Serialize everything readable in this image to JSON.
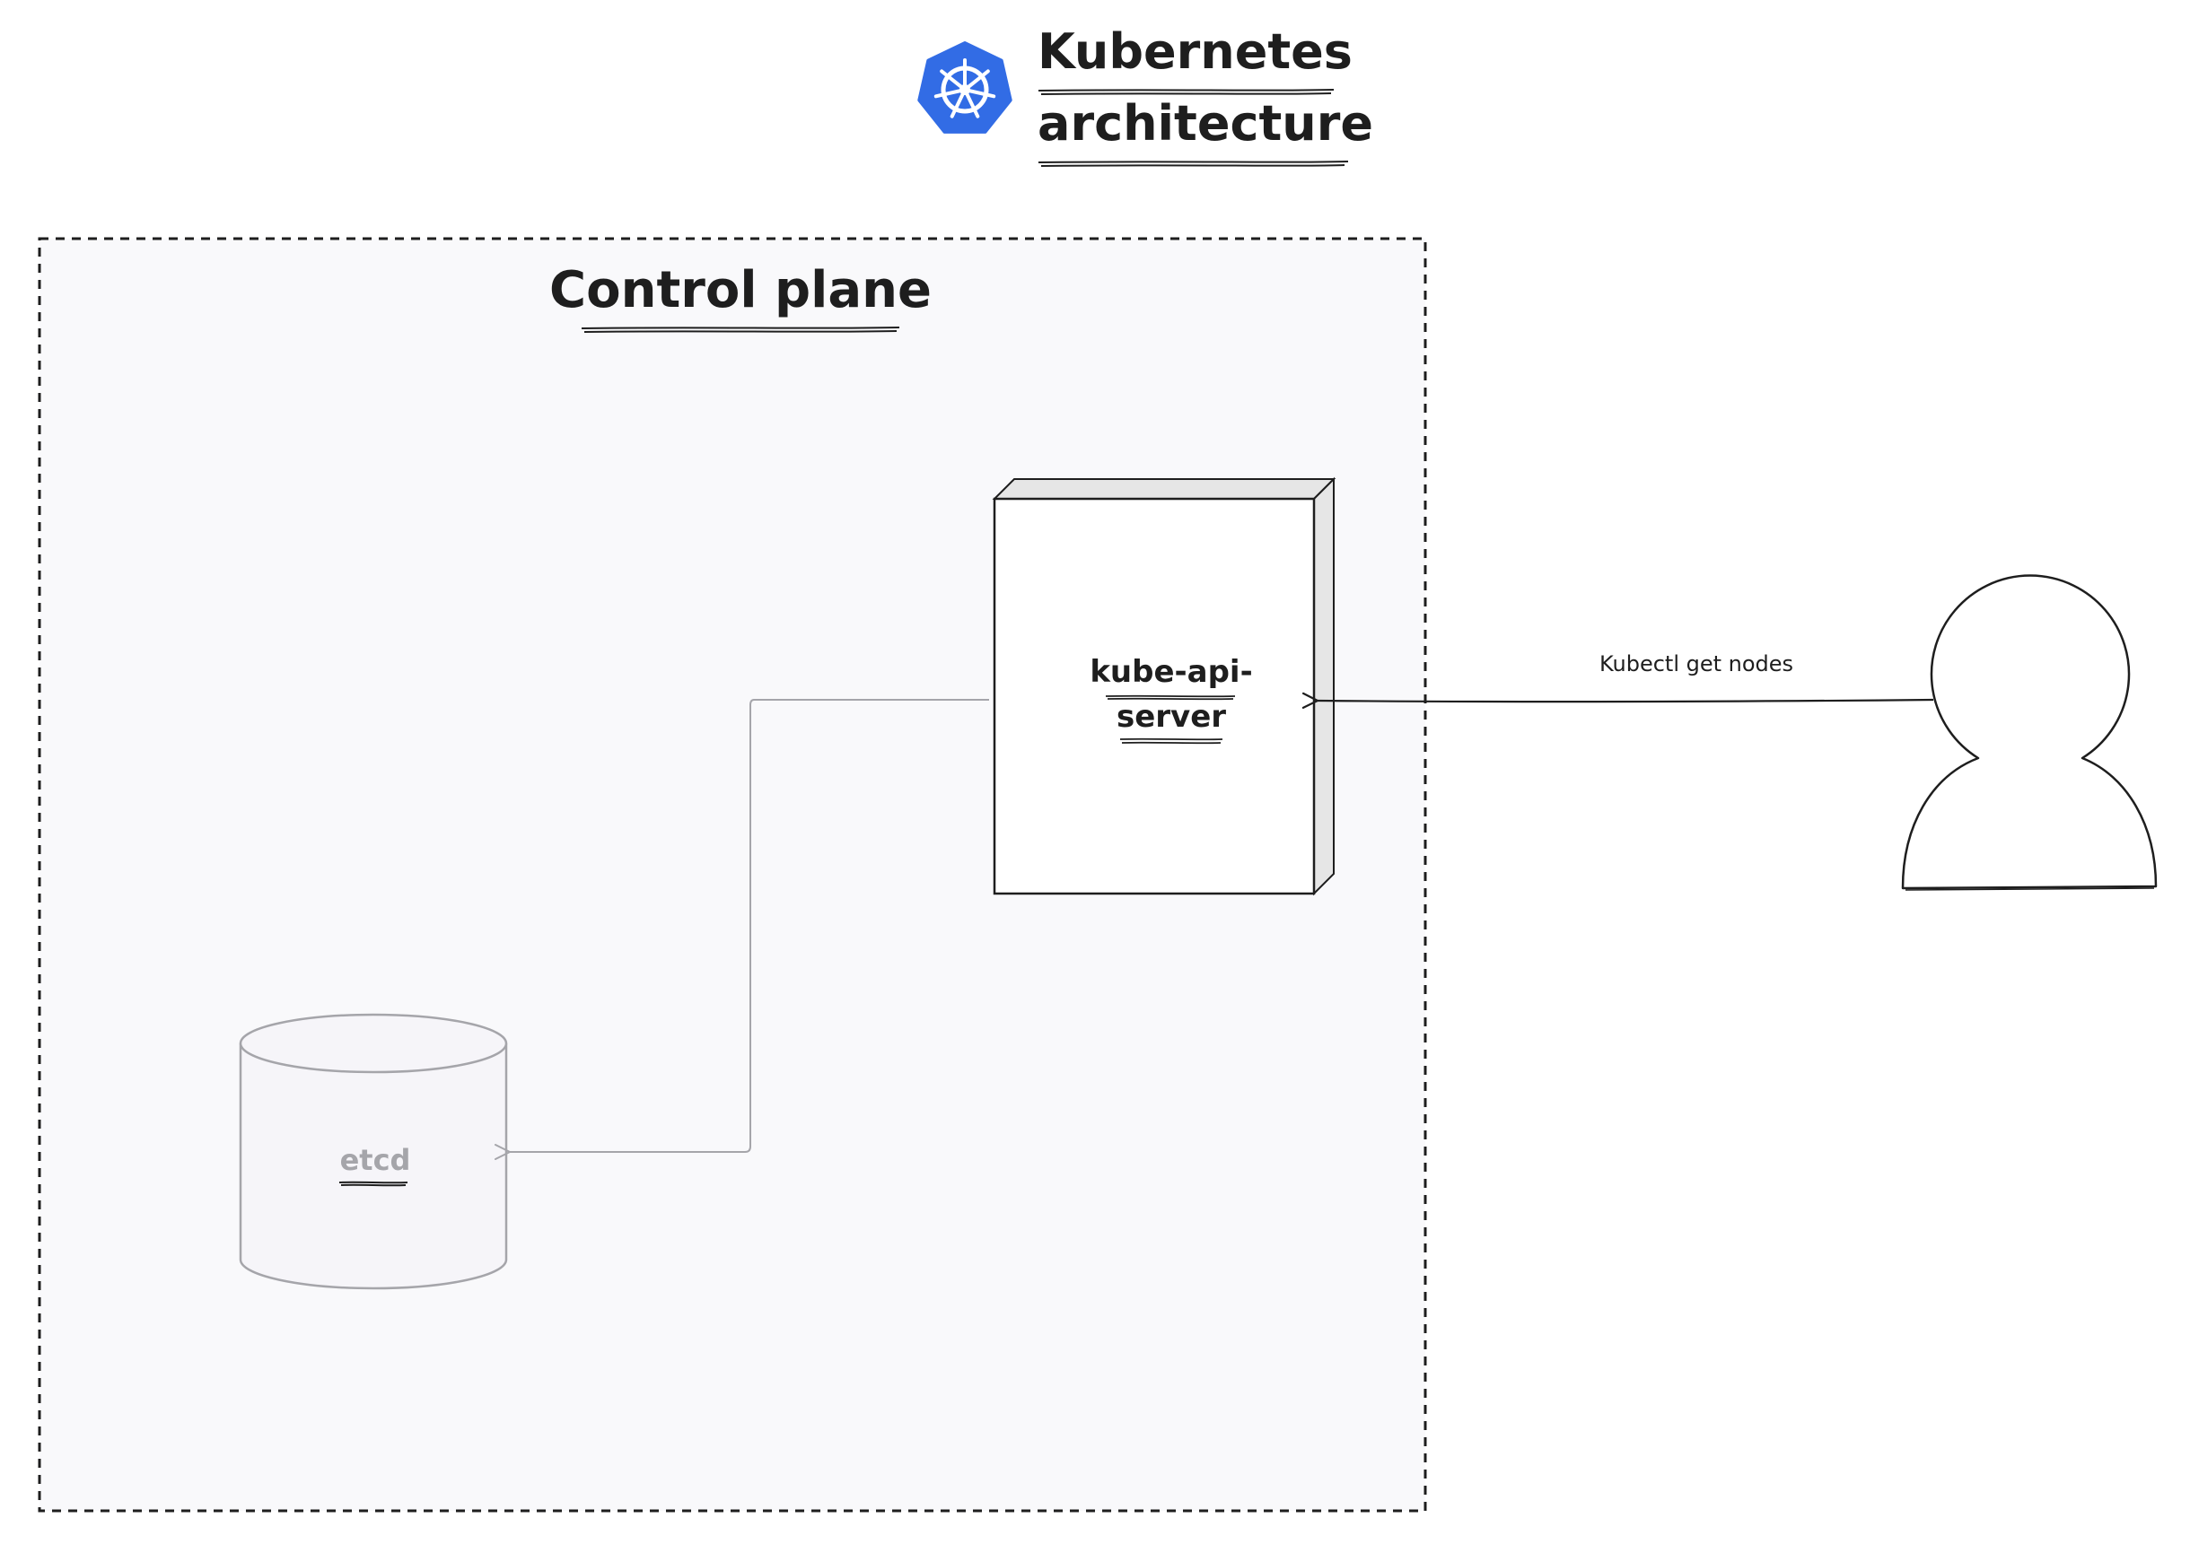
{
  "title": {
    "line1": "Kubernetes",
    "line2": "architecture",
    "logo_icon": "kubernetes-helm-wheel-icon",
    "logo_color": "#326ce5"
  },
  "control_plane": {
    "label": "Control plane",
    "fill_color": "#f9f9fb",
    "border_style": "dashed"
  },
  "api_server": {
    "label_line1": "kube-api-",
    "label_line2": "server",
    "side_color": "#e6e6e6"
  },
  "etcd": {
    "label": "etcd",
    "fill_color": "#f6f5f9",
    "stroke_color": "#a5a5aa"
  },
  "user": {
    "icon": "person-icon"
  },
  "connections": [
    {
      "from": "user",
      "to": "kube-api-server",
      "label": "Kubectl get nodes"
    },
    {
      "from": "kube-api-server",
      "to": "etcd",
      "label": ""
    }
  ]
}
